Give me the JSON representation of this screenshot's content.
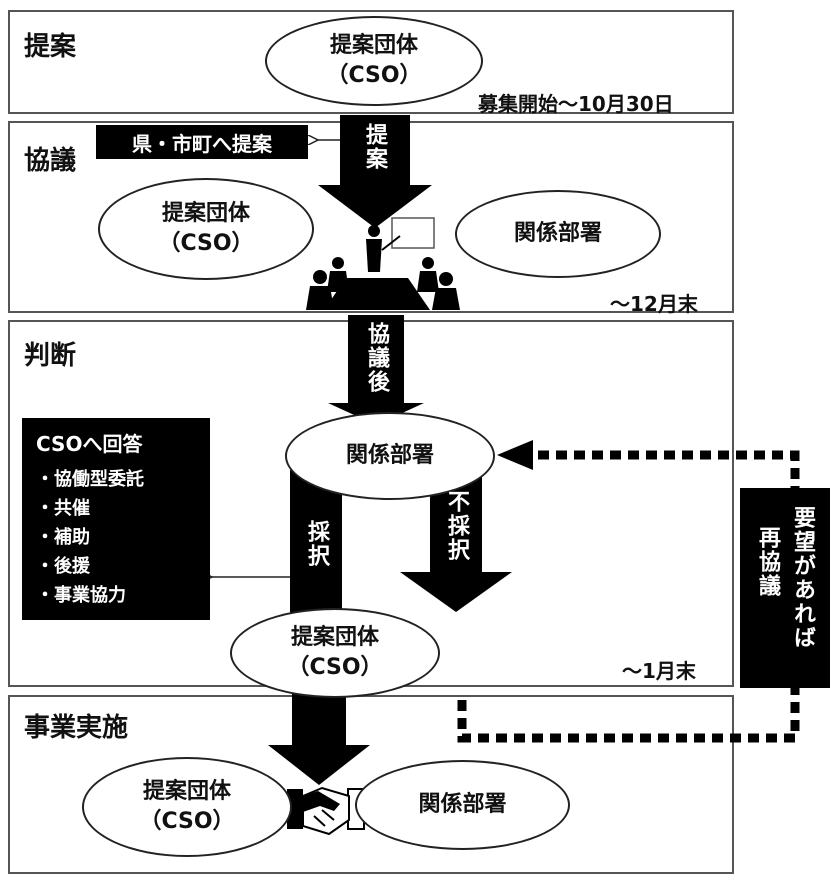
{
  "sections": {
    "proposal": "提案",
    "consultation": "協議",
    "judgment": "判断",
    "implementation": "事業実施"
  },
  "proposal": {
    "org_name": "提案団体",
    "org_abbr": "（CSO）",
    "deadline": "募集開始～10月30日",
    "arrow_label": "提案"
  },
  "consultation": {
    "pref_box": "県・市町へ提案",
    "org_name": "提案団体",
    "org_abbr": "（CSO）",
    "dept": "関係部署",
    "deadline": "～12月末",
    "arrow_label": "協議後"
  },
  "judgment": {
    "dept": "関係部署",
    "adopt": "採択",
    "reject": "不採択",
    "org_name": "提案団体",
    "org_abbr": "（CSO）",
    "deadline": "～1月末",
    "reconsult": "再協議",
    "if_requested": "要望があれば",
    "answer_title": "CSOへ回答",
    "answer_items": [
      "・協働型委託",
      "・共催",
      "・補助",
      "・後援",
      "・事業協力"
    ]
  },
  "implementation": {
    "org_name": "提案団体",
    "org_abbr": "（CSO）",
    "dept": "関係部署"
  }
}
